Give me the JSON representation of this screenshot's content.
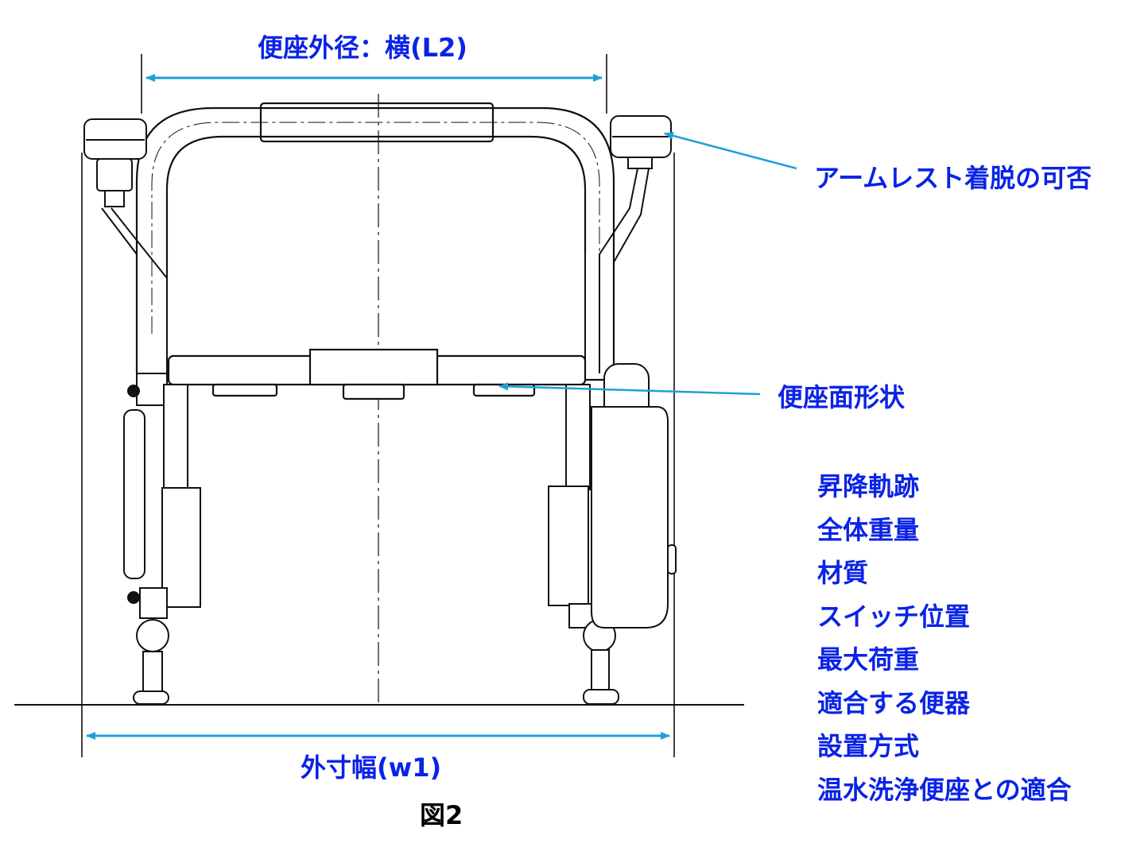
{
  "annotations": {
    "seat_outer_width": "便座外径：横(L2)",
    "armrest": "アームレスト着脱の可否",
    "seat_shape": "便座面形状",
    "outer_width": "外寸幅(w1)",
    "figure_caption": "図2"
  },
  "spec_items": [
    "昇降軌跡",
    "全体重量",
    "材質",
    "スイッチ位置",
    "最大荷重",
    "適合する便器",
    "設置方式",
    "温水洗浄便座との適合"
  ],
  "colors": {
    "annotation_text": "#0a23e6",
    "arrow": "#1fa0d8",
    "drawing": "#111111"
  }
}
